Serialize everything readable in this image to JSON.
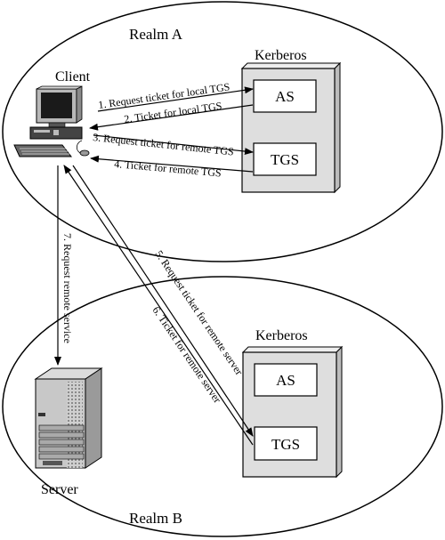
{
  "realm_a": {
    "label": "Realm A"
  },
  "realm_b": {
    "label": "Realm B"
  },
  "client": {
    "label": "Client"
  },
  "server": {
    "label": "Server"
  },
  "kerberos_a": {
    "title": "Kerberos",
    "as_label": "AS",
    "tgs_label": "TGS"
  },
  "kerberos_b": {
    "title": "Kerberos",
    "as_label": "AS",
    "tgs_label": "TGS"
  },
  "messages": {
    "m1": "1. Request ticket for local TGS",
    "m2": "2. Ticket for local TGS",
    "m3": "3. Request ticket for remote TGS",
    "m4": "4. Ticket for remote TGS",
    "m5": "5. Request ticket for remote server",
    "m6": "6. Ticket for remote server",
    "m7": "7. Request remote service"
  },
  "colors": {
    "kerberos_fill": "#dedede",
    "line": "#000000",
    "box_fill": "#ffffff"
  }
}
